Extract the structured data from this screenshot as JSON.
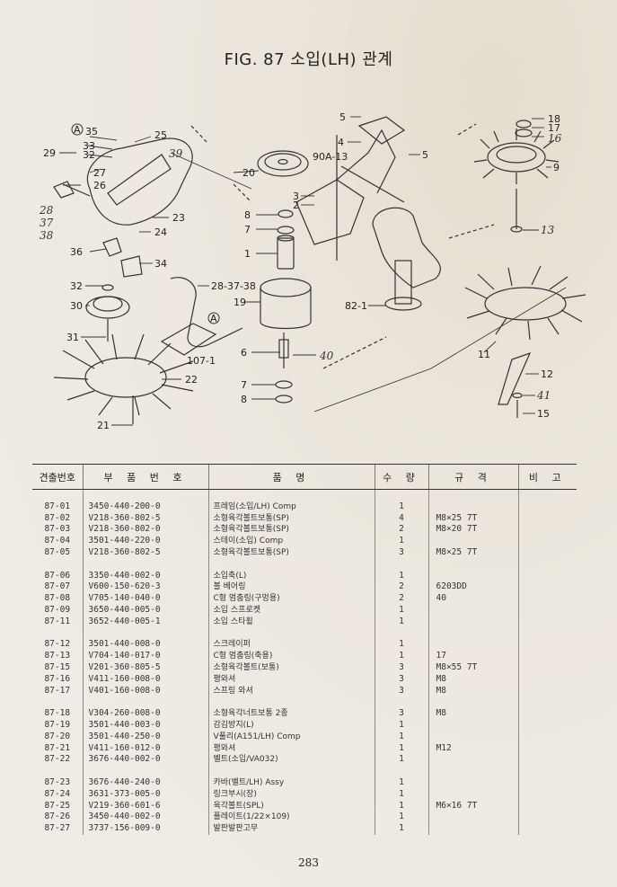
{
  "title": "FIG. 87 소입(LH) 관계",
  "diagram": {
    "callouts": [
      "35",
      "25",
      "33",
      "32",
      "29",
      "27",
      "26",
      "39",
      "36",
      "24",
      "23",
      "28",
      "37",
      "38",
      "34",
      "32",
      "30",
      "31",
      "22",
      "21",
      "28-37-38",
      "107-1",
      "5",
      "4",
      "90A-13",
      "20",
      "3",
      "2",
      "8",
      "7",
      "1",
      "19",
      "6",
      "40",
      "7",
      "8",
      "5",
      "82-1",
      "18",
      "17",
      "16",
      "9",
      "13",
      "11",
      "12",
      "41",
      "15"
    ],
    "circled_marks": [
      "A",
      "A"
    ]
  },
  "table": {
    "headers": [
      "견출번호",
      "부 품 번 호",
      "품 명",
      "수 량",
      "규 격",
      "비 고"
    ],
    "groups": [
      [
        {
          "no": "87-01",
          "part": "3450-440-200-0",
          "name": "프레임(소입/LH) Comp",
          "qty": "1",
          "spec": ""
        },
        {
          "no": "87-02",
          "part": "V218-360-802-5",
          "name": "소형육각볼트보통(SP)",
          "qty": "4",
          "spec": "M8×25 7T"
        },
        {
          "no": "87-03",
          "part": "V218-360-802-0",
          "name": "소형육각볼트보통(SP)",
          "qty": "2",
          "spec": "M8×20 7T"
        },
        {
          "no": "87-04",
          "part": "3501-440-220-0",
          "name": "스테이(소입) Comp",
          "qty": "1",
          "spec": ""
        },
        {
          "no": "87-05",
          "part": "V218-360-802-5",
          "name": "소형육각볼트보통(SP)",
          "qty": "3",
          "spec": "M8×25 7T"
        }
      ],
      [
        {
          "no": "87-06",
          "part": "3350-440-002-0",
          "name": "소입축(L)",
          "qty": "1",
          "spec": ""
        },
        {
          "no": "87-07",
          "part": "V600-150-620-3",
          "name": "볼 베어링",
          "qty": "2",
          "spec": "6203DD"
        },
        {
          "no": "87-08",
          "part": "V705-140-040-0",
          "name": "C형 멈춤링(구멍용)",
          "qty": "2",
          "spec": "40"
        },
        {
          "no": "87-09",
          "part": "3650-440-005-0",
          "name": "소입 스프로켓",
          "qty": "1",
          "spec": ""
        },
        {
          "no": "87-11",
          "part": "3652-440-005-1",
          "name": "소입 스타휠",
          "qty": "1",
          "spec": ""
        }
      ],
      [
        {
          "no": "87-12",
          "part": "3501-440-008-0",
          "name": "스크레이퍼",
          "qty": "1",
          "spec": ""
        },
        {
          "no": "87-13",
          "part": "V704-140-017-0",
          "name": "C형 멈춤링(축용)",
          "qty": "1",
          "spec": "17"
        },
        {
          "no": "87-15",
          "part": "V201-360-805-5",
          "name": "소형육각볼트(보통)",
          "qty": "3",
          "spec": "M8×55 7T"
        },
        {
          "no": "87-16",
          "part": "V411-160-008-0",
          "name": "평와셔",
          "qty": "3",
          "spec": "M8"
        },
        {
          "no": "87-17",
          "part": "V401-160-008-0",
          "name": "스프링 와셔",
          "qty": "3",
          "spec": "M8"
        }
      ],
      [
        {
          "no": "87-18",
          "part": "V304-260-008-0",
          "name": "소형육각너트보통 2종",
          "qty": "3",
          "spec": "M8"
        },
        {
          "no": "87-19",
          "part": "3501-440-003-0",
          "name": "감김방지(L)",
          "qty": "1",
          "spec": ""
        },
        {
          "no": "87-20",
          "part": "3501-440-250-0",
          "name": "V풀리(A151/LH) Comp",
          "qty": "1",
          "spec": ""
        },
        {
          "no": "87-21",
          "part": "V411-160-012-0",
          "name": "평와셔",
          "qty": "1",
          "spec": "M12"
        },
        {
          "no": "87-22",
          "part": "3676-440-002-0",
          "name": "벨트(소입/VA032)",
          "qty": "1",
          "spec": ""
        }
      ],
      [
        {
          "no": "87-23",
          "part": "3676-440-240-0",
          "name": "카바(벨트/LH) Assy",
          "qty": "1",
          "spec": ""
        },
        {
          "no": "87-24",
          "part": "3631-373-005-0",
          "name": "링크부시(장)",
          "qty": "1",
          "spec": ""
        },
        {
          "no": "87-25",
          "part": "V219-360-601-6",
          "name": "육각볼트(SPL)",
          "qty": "1",
          "spec": "M6×16 7T"
        },
        {
          "no": "87-26",
          "part": "3450-440-002-0",
          "name": "플레이트(1/22×109)",
          "qty": "1",
          "spec": ""
        },
        {
          "no": "87-27",
          "part": "3737-156-009-0",
          "name": "발판발판고무",
          "qty": "1",
          "spec": ""
        }
      ]
    ]
  },
  "page_number": "283"
}
